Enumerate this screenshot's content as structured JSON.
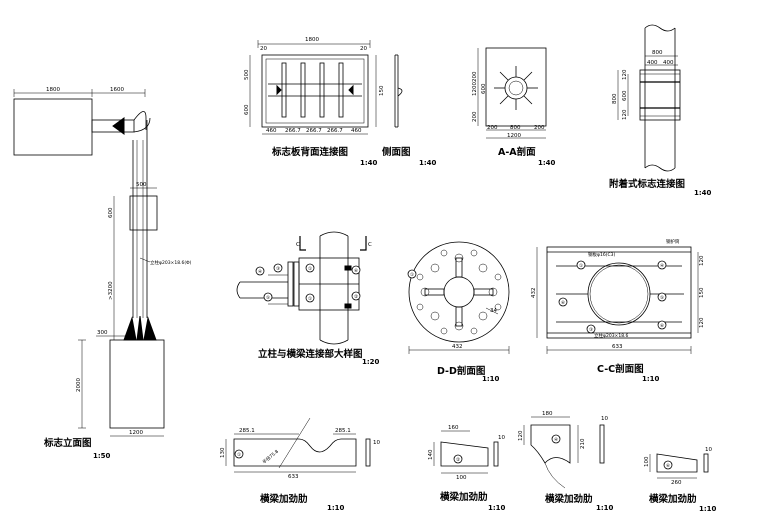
{
  "titles": {
    "sign_elevation": "标志立面图",
    "sign_back": "标志板背面连接图",
    "side_view": "侧面图",
    "section_aa": "A-A剖面",
    "attached_sign": "附着式标志连接图",
    "column_beam": "立柱与横梁连接部大样图",
    "section_dd": "D-D剖面图",
    "section_cc": "C-C剖面图",
    "rib1": "横梁加劲肋",
    "rib2": "横梁加劲肋",
    "rib3": "横梁加劲肋",
    "rib4": "横梁加劲肋"
  },
  "scales": {
    "sign_elevation": "1:50",
    "sign_back": "1:40",
    "side_view": "1:40",
    "section_aa": "1:40",
    "attached_sign": "1:40",
    "column_beam": "1:20",
    "section_dd": "1:10",
    "section_cc": "1:10",
    "rib1": "1:10",
    "rib2": "1:10",
    "rib3": "1:10",
    "rib4": "1:10"
  },
  "dims": {
    "elev_1800": "1800",
    "elev_1600": "1600",
    "elev_500": "500",
    "elev_600": "600",
    "elev_3200": ">3200",
    "elev_300": "300",
    "elev_2000": "2000",
    "elev_1200": "1200",
    "back_1800": "1800",
    "back_20a": "20",
    "back_20b": "20",
    "back_500": "500",
    "back_600": "600",
    "back_150": "150",
    "back_segs": [
      "460",
      "266.7",
      "266.7",
      "266.7",
      "460"
    ],
    "aa_1200v": "1200",
    "aa_600": "600",
    "aa_200v1": "200",
    "aa_200v2": "200",
    "aa_200h1": "200",
    "aa_800": "800",
    "aa_200h2": "200",
    "aa_1200h": "1200",
    "att_800": "800",
    "att_400a": "400",
    "att_400b": "400",
    "att_120a": "120",
    "att_800v": "800",
    "att_600": "600",
    "att_120b": "120",
    "dd_432": "432",
    "dd_34": "34",
    "dd_c": "C",
    "cc_432": "432",
    "cc_633": "633",
    "cc_r1": "120",
    "cc_r2": "150",
    "cc_r3": "120",
    "r1_2851a": "285.1",
    "r1_2851b": "285.1",
    "r1_633": "633",
    "r1_130": "130",
    "r1_10": "10",
    "r2_160": "160",
    "r2_140": "140",
    "r2_100": "100",
    "r2_10": "10",
    "r3_180": "180",
    "r3_210": "210",
    "r3_120": "120",
    "r3_10": "10",
    "r4_260": "260",
    "r4_100": "100",
    "r4_10": "10"
  },
  "labels": {
    "cut_c1": "C",
    "cut_c2": "C",
    "cb_circles": [
      "④",
      "⑤",
      "③",
      "①",
      "⑥",
      "②",
      "①"
    ],
    "cc_circles": [
      "①",
      "④",
      "⑥",
      "⑤",
      "⑥",
      "③"
    ],
    "rib_circles": [
      "①",
      "②",
      "④",
      "⑥"
    ],
    "dd_circle": "①",
    "elev_note": "立柱φ203×18.6(Φ)",
    "cc_note_top": "钢板φ16(C3)",
    "cc_note_bottom": "立柱φ203×18.6",
    "cc_note_right": "钢护筒",
    "rib_note": "半径75.8"
  }
}
